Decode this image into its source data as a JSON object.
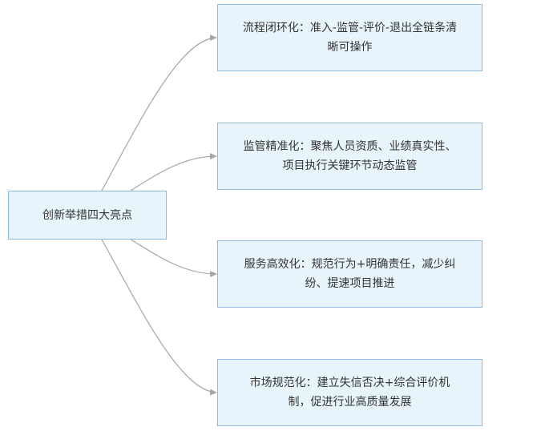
{
  "root": {
    "label": "创新举措四大亮点"
  },
  "leaves": [
    {
      "label": "流程闭环化：准入-监管-评价-退出全链条清晰可操作"
    },
    {
      "label": "监管精准化：聚焦人员资质、业绩真实性、项目执行关键环节动态监管"
    },
    {
      "label": "服务高效化：规范行为+明确责任，减少纠纷、提速项目推进"
    },
    {
      "label": "市场规范化：建立失信否决+综合评价机制，促进行业高质量发展"
    }
  ],
  "colors": {
    "node_fill": "#e8f4fc",
    "node_border": "#8fb8e6",
    "edge": "#a6a6a6",
    "text": "#333333"
  }
}
